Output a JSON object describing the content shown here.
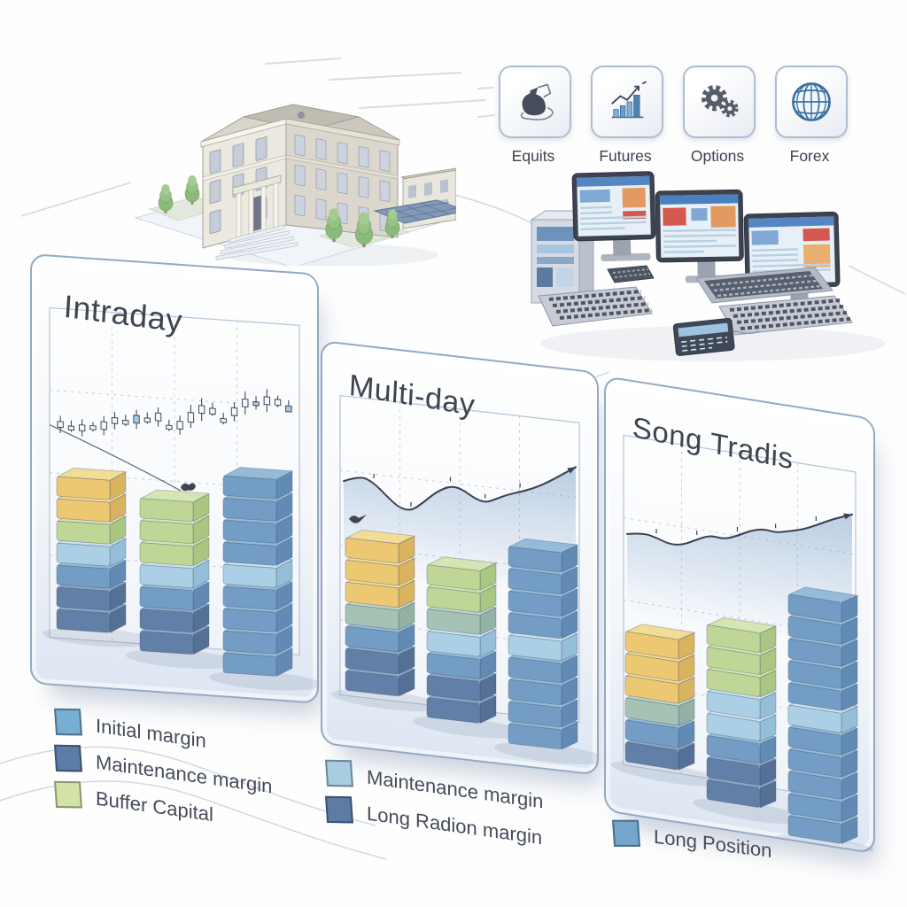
{
  "instruments": {
    "items": [
      {
        "label": "Equits",
        "icon": "money-bag-icon"
      },
      {
        "label": "Futures",
        "icon": "trend-bars-icon"
      },
      {
        "label": "Options",
        "icon": "gears-icon"
      },
      {
        "label": "Forex",
        "icon": "globe-icon"
      }
    ]
  },
  "panels": [
    {
      "title": "Intraday",
      "chart": {
        "type": "candlestick",
        "candles": [
          [
            18,
            24,
            30,
            36,
            0
          ],
          [
            20,
            26,
            22,
            32,
            0
          ],
          [
            16,
            22,
            28,
            34,
            0
          ],
          [
            22,
            28,
            24,
            32,
            0
          ],
          [
            19,
            25,
            33,
            39,
            0
          ],
          [
            26,
            32,
            38,
            44,
            0
          ],
          [
            30,
            36,
            32,
            42,
            0
          ],
          [
            28,
            34,
            42,
            48,
            1
          ],
          [
            34,
            40,
            36,
            46,
            0
          ],
          [
            32,
            38,
            46,
            52,
            0
          ],
          [
            28,
            34,
            30,
            40,
            0
          ],
          [
            25,
            31,
            39,
            45,
            0
          ],
          [
            33,
            39,
            49,
            57,
            0
          ],
          [
            41,
            49,
            57,
            65,
            0
          ],
          [
            47,
            55,
            49,
            61,
            0
          ],
          [
            39,
            45,
            41,
            51,
            0
          ],
          [
            43,
            49,
            57,
            63,
            0
          ],
          [
            51,
            59,
            67,
            75,
            0
          ],
          [
            57,
            65,
            61,
            71,
            1
          ],
          [
            55,
            63,
            71,
            79,
            0
          ],
          [
            61,
            69,
            63,
            73,
            0
          ],
          [
            57,
            63,
            57,
            69,
            1
          ]
        ]
      },
      "bars": [
        [
          "steel",
          "steel",
          "blue",
          "lightblue",
          "green",
          "yellow",
          "yellow"
        ],
        [
          "steel",
          "steel",
          "blue",
          "lightblue",
          "green",
          "green",
          "green"
        ],
        [
          "blue",
          "blue",
          "blue",
          "blue",
          "lightblue",
          "blue",
          "blue",
          "blue",
          "blue"
        ]
      ],
      "legend": [
        {
          "label": "Initial margin",
          "color": "#79aed3"
        },
        {
          "label": "Maintenance margin",
          "color": "#5b7da6"
        },
        {
          "label": "Buffer Capital",
          "color": "#d3e2a9"
        }
      ]
    },
    {
      "title": "Multi-day",
      "chart": {
        "type": "area",
        "points": [
          [
            0,
            44
          ],
          [
            7,
            52
          ],
          [
            13,
            46
          ],
          [
            19,
            32
          ],
          [
            24,
            22
          ],
          [
            29,
            20
          ],
          [
            34,
            30
          ],
          [
            40,
            44
          ],
          [
            46,
            52
          ],
          [
            51,
            50
          ],
          [
            56,
            42
          ],
          [
            61,
            38
          ],
          [
            66,
            44
          ],
          [
            71,
            50
          ],
          [
            76,
            54
          ],
          [
            82,
            60
          ],
          [
            88,
            68
          ],
          [
            94,
            78
          ],
          [
            100,
            88
          ]
        ]
      },
      "bars": [
        [
          "steel",
          "steel",
          "blue",
          "teal",
          "yellow",
          "yellow",
          "yellow"
        ],
        [
          "steel",
          "steel",
          "blue",
          "lightblue",
          "teal",
          "green",
          "green"
        ],
        [
          "blue",
          "blue",
          "blue",
          "blue",
          "lightblue",
          "blue",
          "blue",
          "blue",
          "blue"
        ]
      ],
      "legend": [
        {
          "label": "Maintenance margin",
          "color": "#a6cde2"
        },
        {
          "label": "Long Radion margin",
          "color": "#5d7ca4"
        }
      ]
    },
    {
      "title": "Song Tradis",
      "chart": {
        "type": "area",
        "points": [
          [
            0,
            30
          ],
          [
            7,
            34
          ],
          [
            13,
            31
          ],
          [
            19,
            26
          ],
          [
            25,
            28
          ],
          [
            31,
            36
          ],
          [
            37,
            43
          ],
          [
            43,
            41
          ],
          [
            49,
            47
          ],
          [
            55,
            55
          ],
          [
            61,
            59
          ],
          [
            66,
            57
          ],
          [
            72,
            61
          ],
          [
            78,
            65
          ],
          [
            84,
            72
          ],
          [
            91,
            81
          ],
          [
            100,
            90
          ]
        ]
      },
      "bars": [
        [
          "steel",
          "blue",
          "teal",
          "yellow",
          "yellow",
          "yellow"
        ],
        [
          "steel",
          "steel",
          "blue",
          "lightblue",
          "lightblue",
          "green",
          "green",
          "green"
        ],
        [
          "blue",
          "blue",
          "blue",
          "blue",
          "blue",
          "lightblue",
          "blue",
          "blue",
          "blue",
          "blue",
          "blue"
        ]
      ],
      "legend": [
        {
          "label": "Long Position",
          "color": "#74a7cb"
        }
      ]
    }
  ],
  "palette": {
    "yellow": {
      "top": "#f3dc96",
      "front": "#ecc873",
      "side": "#d9b35f"
    },
    "green": {
      "top": "#d5e6b4",
      "front": "#bfd697",
      "side": "#aac681"
    },
    "teal": {
      "top": "#c0d6c9",
      "front": "#a6c2b4",
      "side": "#93b2a4"
    },
    "lightblue": {
      "top": "#cde2ef",
      "front": "#abcfe4",
      "side": "#95bed8"
    },
    "blue": {
      "top": "#94bbd8",
      "front": "#739dc5",
      "side": "#618bb5"
    },
    "steel": {
      "top": "#8aa7c5",
      "front": "#627fa7",
      "side": "#547095"
    }
  },
  "colors": {
    "panel_border": "#93a9c4",
    "title_text": "#3e4450",
    "legend_text": "#454c59",
    "card_border": "#aebdd0",
    "card_label_text": "#3b4150",
    "chart_line": "#3a4150"
  }
}
